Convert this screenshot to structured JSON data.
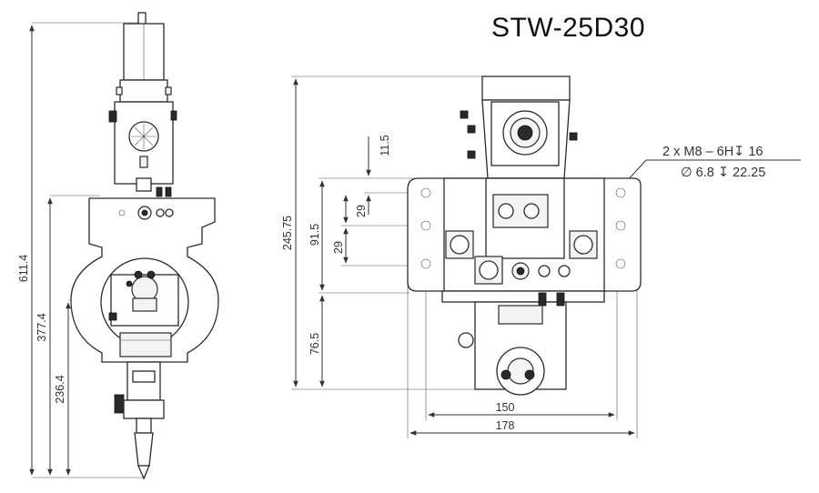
{
  "title": "STW-25D30",
  "side_view": {
    "dims": {
      "overall": "611.4",
      "mid": "377.4",
      "lower": "236.4"
    }
  },
  "front_view": {
    "dims": {
      "overall_height": "245.75",
      "pattern_height": "91.5",
      "lower_height": "76.5",
      "top_offset": "11.5",
      "hole_pitch_upper": "29",
      "hole_pitch_lower": "29",
      "inner_width": "150",
      "outer_width": "178"
    },
    "hole_note": {
      "line1": "2 x  M8 – 6H↧ 16",
      "line2": "∅  6.8 ↧ 22.25"
    }
  }
}
